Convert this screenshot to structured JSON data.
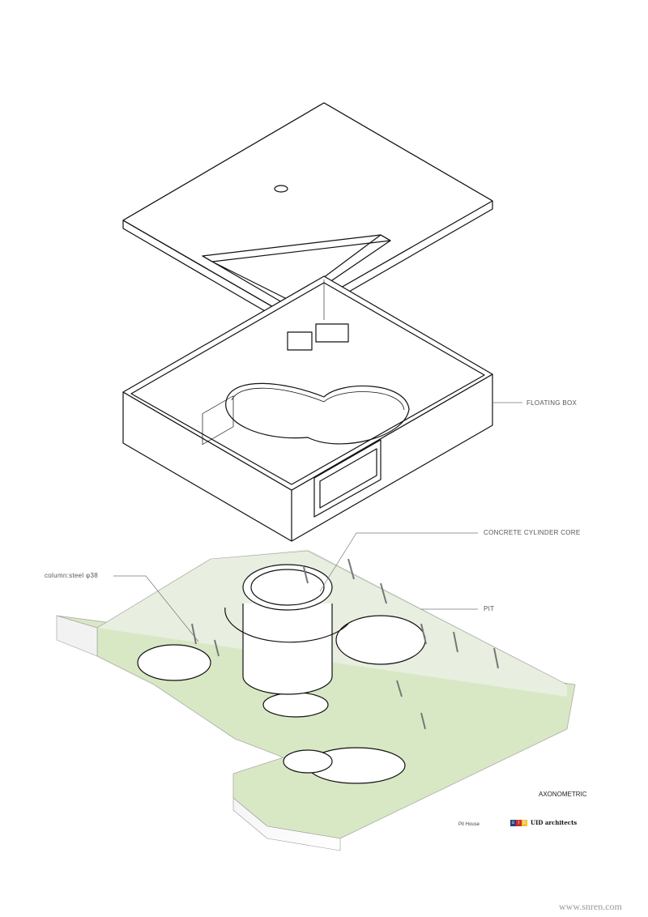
{
  "labels": {
    "floating_box": "FLOATING BOX",
    "cylinder_core": "CONCRETE CYLINDER CORE",
    "column": "column:steel φ38",
    "pit": "PIT"
  },
  "title_block": {
    "view": "AXONOMETRIC",
    "project": "Pit House",
    "logo_letters": [
      "U",
      "I",
      "D"
    ],
    "firm": "UID architects"
  },
  "watermark": "www.snren.com",
  "colors": {
    "grass": "#d9e8c4",
    "grass_dark": "#9cc486",
    "logo_u": "#2a3f7a",
    "logo_i": "#c8322d",
    "logo_d": "#f2c12e"
  }
}
